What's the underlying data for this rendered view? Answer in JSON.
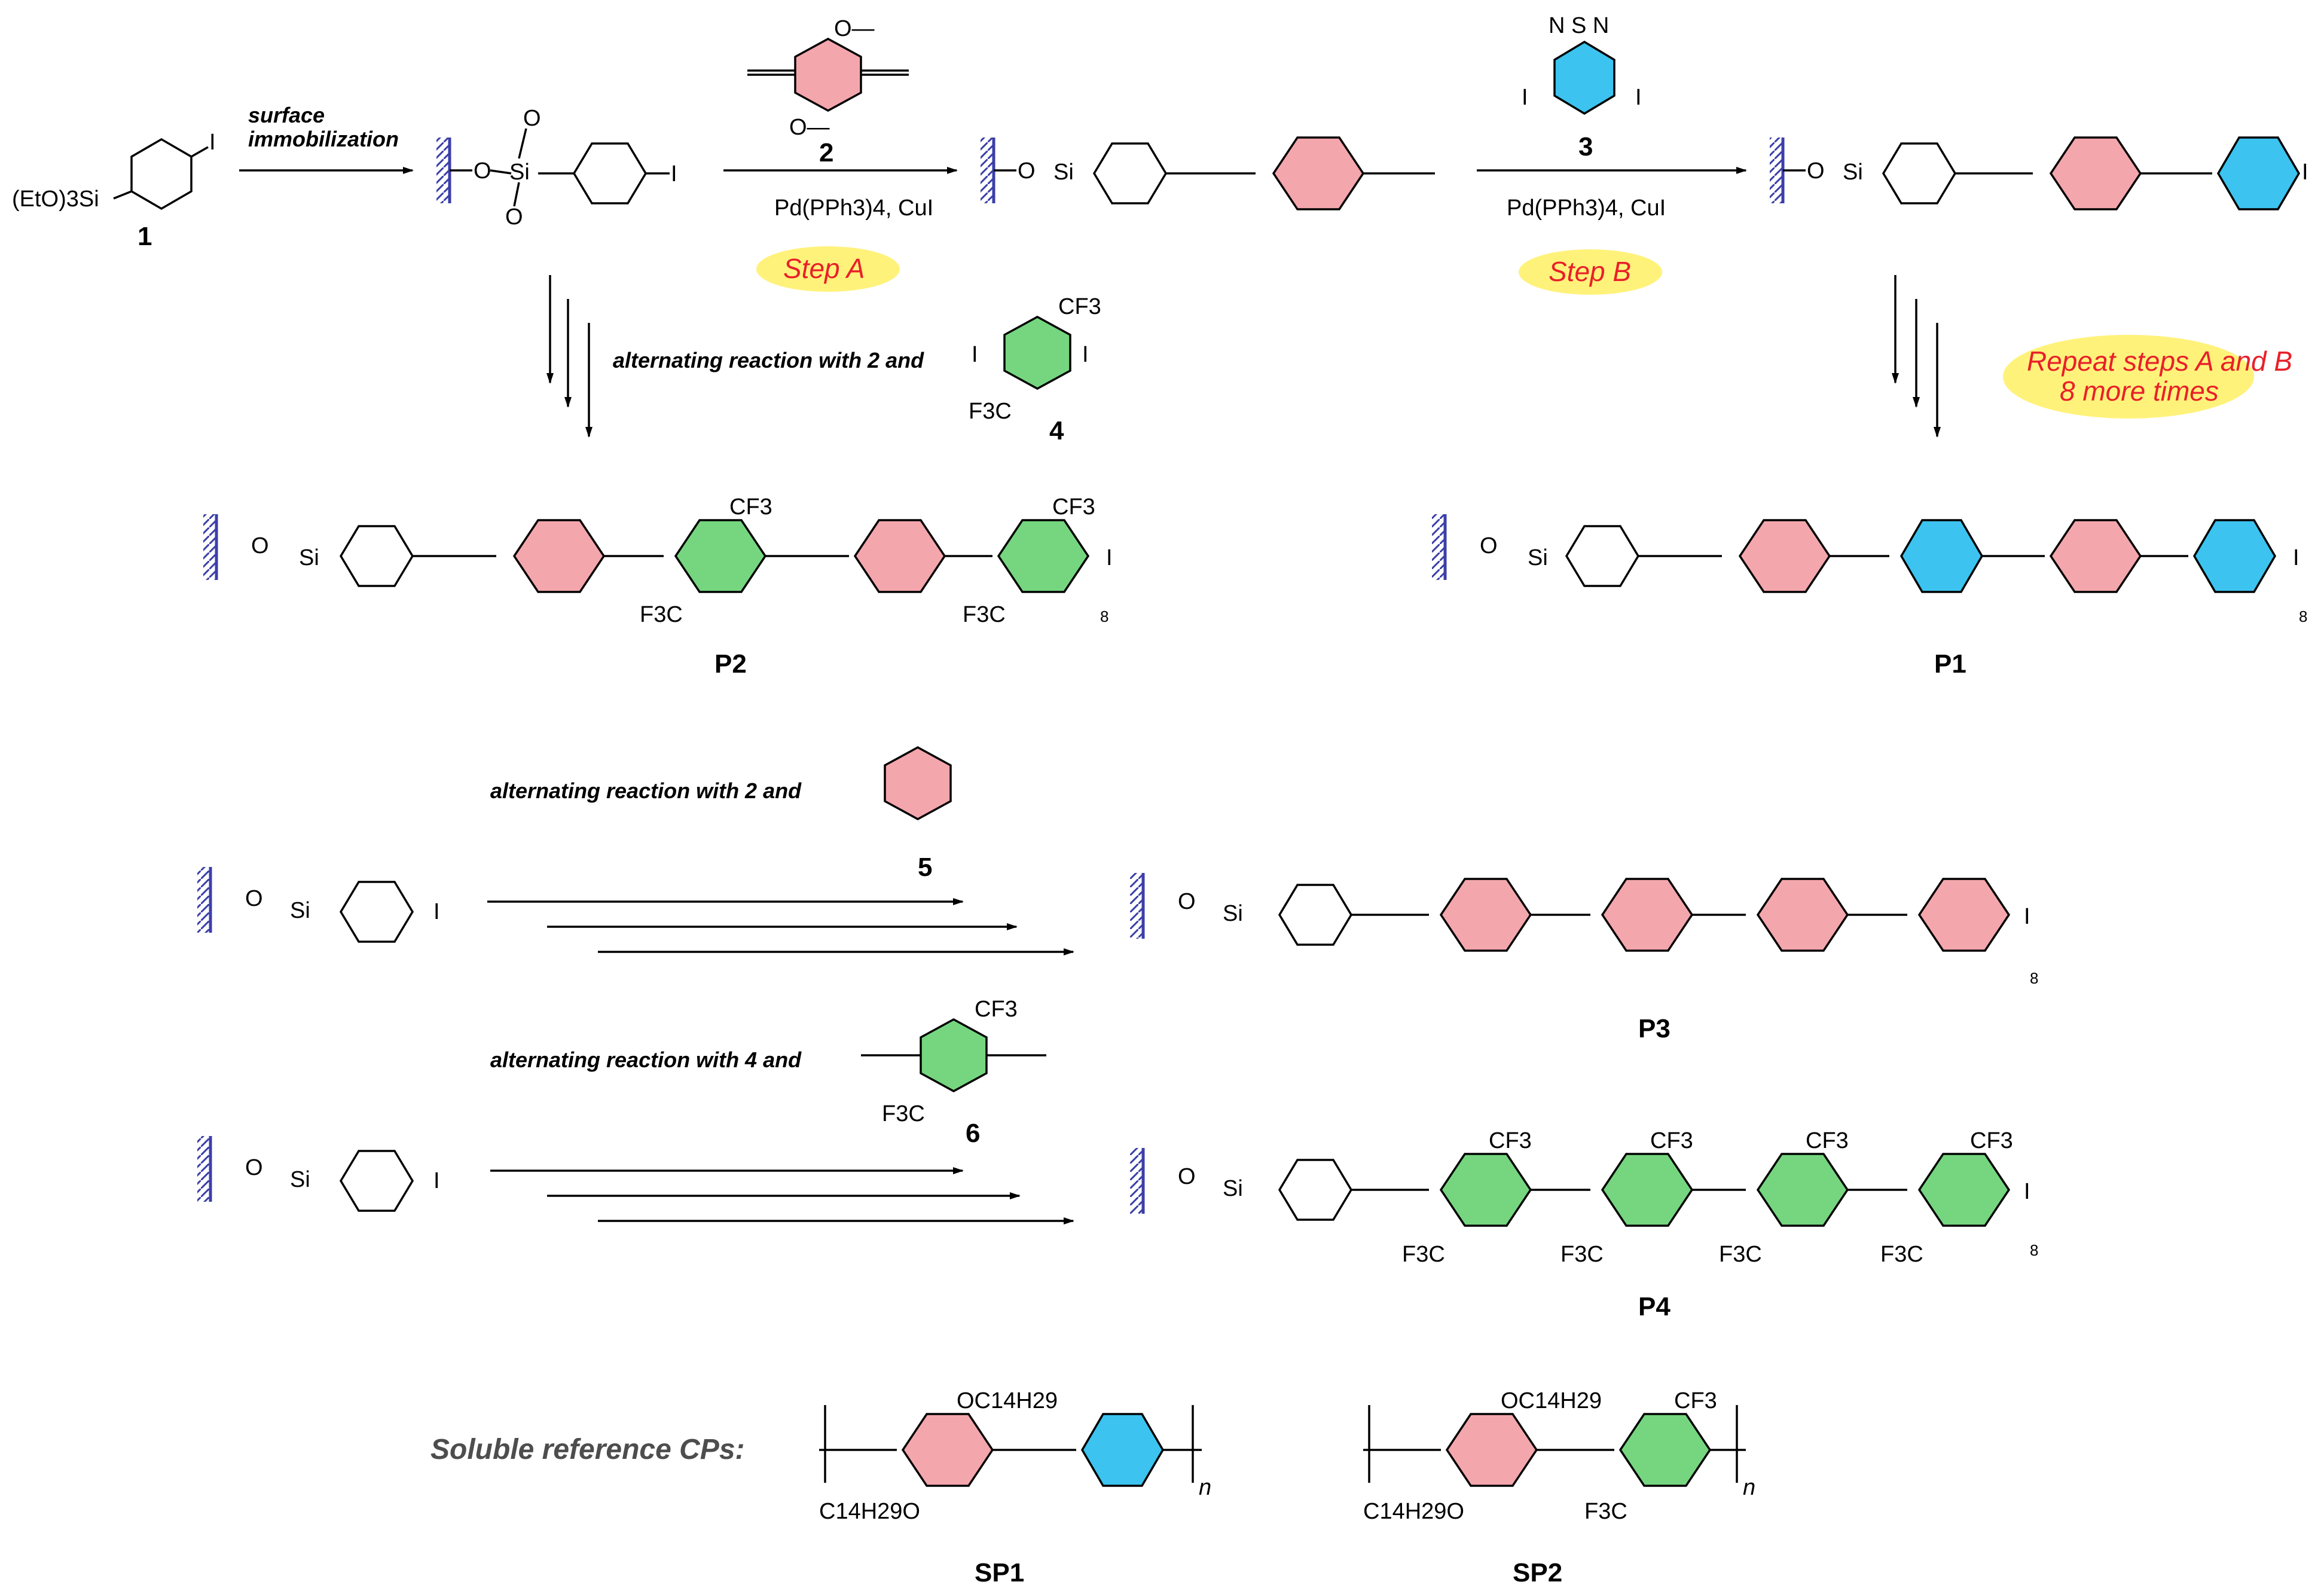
{
  "colors": {
    "pink_ring": "#f4a6ad",
    "green_ring": "#75d67f",
    "blue_ring": "#3cc3ef",
    "surface": "#3b3fa8",
    "step_text": "#e8202a",
    "highlight": "#fff27a",
    "reference_text": "#4d4d4d"
  },
  "compounds": {
    "c1": {
      "number": "1",
      "formula_text": "(EtO)3Si",
      "substituent": "I"
    },
    "c2": {
      "number": "2",
      "methoxy": "O—"
    },
    "c3": {
      "number": "3",
      "heteroatoms": "N S N",
      "substituent": "I"
    },
    "c4": {
      "number": "4",
      "cf3": "CF3",
      "f3c": "F3C",
      "iodo": "I"
    },
    "c5": {
      "number": "5"
    },
    "c6": {
      "number": "6"
    }
  },
  "surface": {
    "oxygen": "O",
    "silicon": "Si",
    "iodo": "I"
  },
  "reactions": {
    "immobilization": "surface immobilization",
    "reagents": "Pd(PPh3)4, CuI",
    "step_a": "Step A",
    "step_b": "Step B",
    "repeat_line1": "Repeat steps A and B",
    "repeat_line2": "8 more times",
    "alt_2_4": "alternating reaction with 2 and",
    "alt_2_5": "alternating reaction with 2 and",
    "alt_4_6": "alternating reaction with 4 and"
  },
  "products": {
    "p1": "P1",
    "p2": "P2",
    "p3": "P3",
    "p4": "P4",
    "repeat_count": "8"
  },
  "reference": {
    "title": "Soluble reference CPs:",
    "sp1": "SP1",
    "sp2": "SP2",
    "alkoxy": "OC14H29",
    "alkoxy_left": "C14H29O",
    "repeat": "n"
  }
}
